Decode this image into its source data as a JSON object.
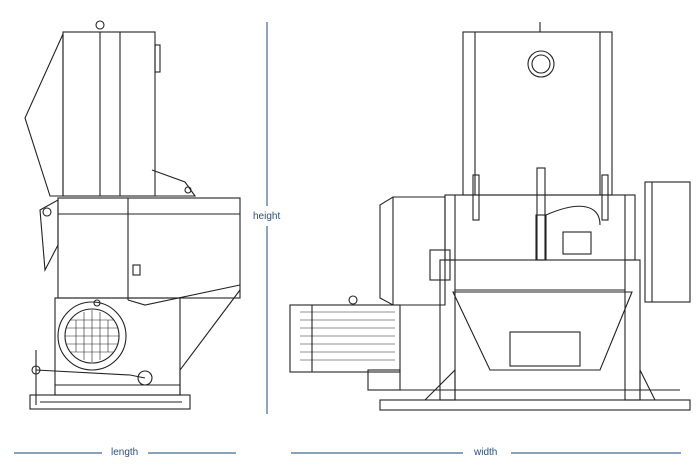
{
  "dimensions": {
    "height_label": "height",
    "length_label": "length",
    "width_label": "width"
  },
  "colors": {
    "dimension_line": "#3f6a96",
    "dimension_text": "#2c4f7c",
    "drawing_line": "#222222"
  }
}
